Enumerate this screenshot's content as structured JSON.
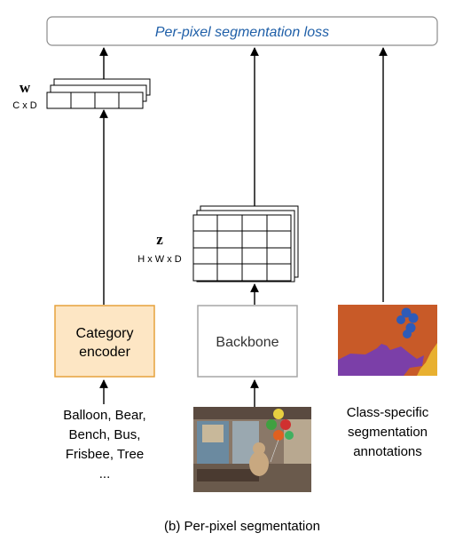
{
  "loss": {
    "label": "Per-pixel segmentation loss",
    "color": "#1f5fa8"
  },
  "w_matrix": {
    "symbol": "w",
    "dims": "C x D"
  },
  "z_tensor": {
    "symbol": "z",
    "dims": "H x W x D"
  },
  "category_encoder": {
    "line1": "Category",
    "line2": "encoder",
    "fill": "#fde6c4",
    "border": "#e6a23c"
  },
  "backbone": {
    "label": "Backbone",
    "border": "#a6a6a6"
  },
  "categories": {
    "lines": [
      "Balloon, Bear,",
      "Bench, Bus,",
      "Frisbee, Tree",
      "..."
    ]
  },
  "annotations": {
    "lines": [
      "Class-specific",
      "segmentation",
      "annotations"
    ],
    "colors": {
      "background": "#c85a28",
      "region_purple": "#7b3fa8",
      "region_yellow": "#e8b030",
      "blobs": "#2e5bb8"
    }
  },
  "caption": "(b) Per-pixel segmentation"
}
